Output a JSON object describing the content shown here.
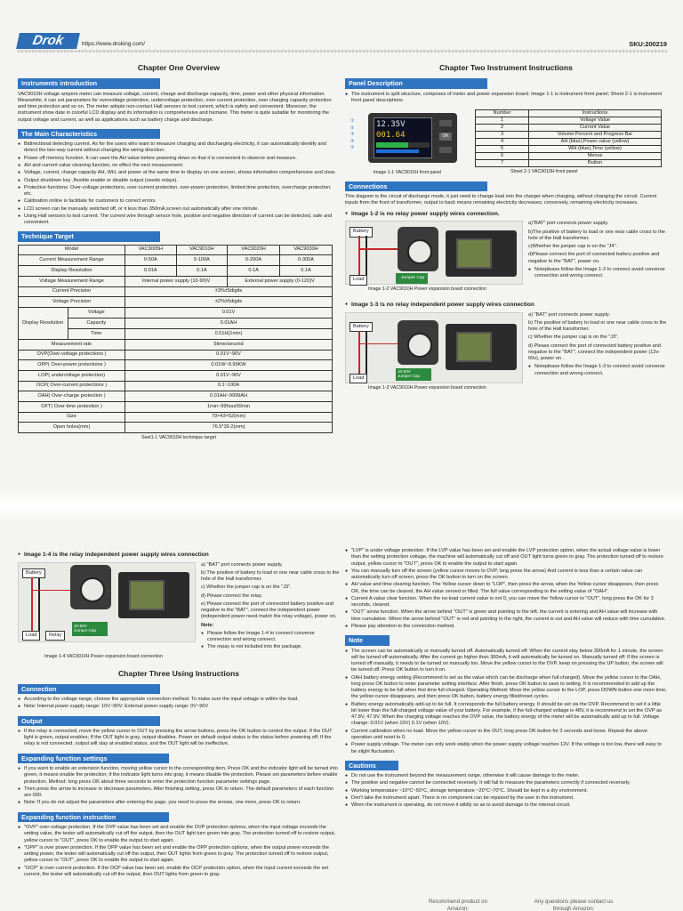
{
  "header": {
    "logo": "Drok",
    "url": "https://www.droking.com/",
    "sku": "SKU:200219"
  },
  "ch1": {
    "title": "Chapter One  Overview",
    "intro_head": "Instruments introduction",
    "intro_text": "VAC9010H voltage ampere meter can measure voltage, current, charge and discharge capacity, time, power and other physical information. Meanwhile, it can set parameters for overvoltage protection, undervoltage protection, over current protection, over charging capacity protection and time protection and so on. The meter adopts non-contact Hall sensors to test current, which is safety and convenient. Moreover, the instrument show date in colorful LCD display and its information is comprehensive and humane. This meter is quite suitable for monitoring the output voltage and current, as well as applications such as battery charge and discharge.",
    "main_head": "The Main Characteristics",
    "features": [
      "Bidirectional detecting current. As for the users who want to measure charging and discharging electricity, it can automatically identify and detect the two-way current without changing the wiring direction.",
      "Power off memory function. It can save the AH value before powering down so that it is convenient to observe and measure.",
      "AH and current value cleaning function, no effect the next measurement.",
      "Voltage, current, charge capacity AH, WH, and power at the same time to display on one screen, shows information comprehensive and clear.",
      "Output shutdown key ,flexible enable or disable output (needs relays).",
      "Protective functions: Over-voltage protections, over-current protection, over-power protection, limited time protection, overcharge protection, etc.",
      "Calibration online is facilitate for customers to correct errors.",
      "LCD screen can be manually switched off, or it less than 350mA,screen out automatically after one minute.",
      "Using Hall sensors to test current. The current wire through sensor hole, positive and negative direction of current can be detected, safe and convenient."
    ],
    "tech_head": "Technique Target",
    "table": {
      "models_label": "Model",
      "models": [
        "VAC9005H",
        "VAC9010H",
        "VAC9020H",
        "VAC9030H"
      ],
      "ranges_label": "Current Measurement Range",
      "ranges": [
        "0-50A",
        "0-100A",
        "0-200A",
        "0-300A"
      ],
      "res_label": "Display Resolution",
      "res": [
        "0.01A",
        "0.1A",
        "0.1A",
        "0.1A"
      ],
      "vrange_label": "Voltage Measurement Range",
      "vrange_int": "Internal power supply (10-90)V",
      "vrange_ext": "External power supply (0-120)V",
      "rows": [
        {
          "label": "Current Precision",
          "value": "±3%±5digits"
        },
        {
          "label": "Voltage Precision",
          "value": "±2%±5digits"
        }
      ],
      "display_res_label": "Display Resolution",
      "display_res_rows": [
        {
          "label": "Voltage",
          "value": "0.01V"
        },
        {
          "label": "Capacity",
          "value": "0.01AH"
        },
        {
          "label": "Time",
          "value": "0.01H(1min)"
        }
      ],
      "more_rows": [
        {
          "label": "Measurement rate",
          "value": "5time/second"
        },
        {
          "label": "OVP(Over-voltage protections )",
          "value": "0.01V~90V"
        },
        {
          "label": "OPP( Over-power protections )",
          "value": "0.01W~9.99KW"
        },
        {
          "label": "LOP( undervoltage protection)",
          "value": "0.01V~90V"
        },
        {
          "label": "OCP( Over-current protections )",
          "value": "0.1~100A"
        },
        {
          "label": "OAH( Over-charge protection )",
          "value": "0.01AH~9999AH"
        },
        {
          "label": "OFT( Over-time protection )",
          "value": "1min~99hour59min"
        },
        {
          "label": "Size",
          "value": "79×43×52(mm)"
        },
        {
          "label": "Open holes(mm)",
          "value": "76.5*39.2(mm)"
        }
      ],
      "caption": "Seet1-1 VAC9010H technique target"
    }
  },
  "ch2": {
    "title": "Chapter Two  Instrument Instructions",
    "panel_head": "Panel Description",
    "panel_text": "The instrument is split structure, composes of meter and power expansion board. Image 1-1 is instrument front panel; Sheet 2-1 is instrument front panel descriptions.",
    "screen_values": [
      "12.35V",
      "001.64",
      "OK"
    ],
    "index_header": [
      "Number",
      "Instructions"
    ],
    "index_rows": [
      [
        "1",
        "Voltage Value"
      ],
      [
        "2",
        "Current Value"
      ],
      [
        "3",
        "Volume Percent and Progress Bar"
      ],
      [
        "4",
        "AH (blue),Power value (yellow)"
      ],
      [
        "5",
        "WH (blue),Time (yellow)"
      ],
      [
        "6",
        "Menus"
      ],
      [
        "7",
        "Button"
      ]
    ],
    "img11_caption": "Image 1-1 VAC9010H front panel",
    "sheet21_caption": "Sheet 2-1 VAC9010H front panel",
    "connections_head": "Connections",
    "connections_text": "This diagram is the circuit of discharge mode, it just need to change load into the charger when charging, without changing the circuit. Current inputs from the front of transformer, output to back means remaining electricity decreases; conversely, remaining electricity increases.",
    "img12_head": "Image 1-2 is no relay power supply wires connection.",
    "img12_notes": [
      "a)\"BAT\" port connects power supply.",
      "b)The positive of battery to load or one near cable cross to the hole of the Hall transformer.",
      "c)Whether the jumper cap is on the \"J4\".",
      "d)Please connect the port of connected battery positive and negative to the \"BAT\", power on.",
      "Noteplease follow the Image 1-2 to connect avoid converse connection and wrong connect."
    ],
    "img12_caption": "Image 1-2 VAC9010H Power expansion board connection",
    "img13_head": "Image 1-3 is no relay independent power supply wires connection",
    "img13_notes": [
      "a) \"BAT\" port connects power supply.",
      "b) The positive of battery to load or one near cable cross to the hole of the Hall transformer.",
      "c) Whether the jumper cap is on the \"J3\".",
      "d) Please connect the port of connected battery positive and negative to the \"BAT\", connect the independent power (12v-60v), power on .",
      "Noteplease follow the Image 1-3 to connect avoid converse connection and wrong connect."
    ],
    "img13_caption": "Image 1-3 VAC9010H Power expansion board connection",
    "labels": {
      "battery": "Battery",
      "load": "Load",
      "jumper": "Jumper Cap",
      "relay": "Relay",
      "v12_60": "10-60V"
    }
  },
  "ch3left": {
    "img14_head": "Image 1-4 is the relay independent power supply wires connection",
    "img14_notes": [
      "a) \"BAT\" port connects power supply.",
      "b) The positive of battery to load or one near cable cross to the hole of the Hall transformer.",
      "c) Whether the jumper cap is on the \"J3\".",
      "d) Please connect the relay.",
      "e) Please connect the port of connected battery positive and negative to the \"BAT\", connect the independent power (independent power need match the relay voltage), power on."
    ],
    "img14_note_label": "Note:",
    "img14_bullets": [
      "Please follow the Image 1-4 to connect converse connection and wrong connect.",
      "The repay is not included into the package."
    ],
    "img14_caption": "Image 1-4 VAC9010H Power expansion board connection",
    "title": "Chapter Three  Using Instructions",
    "conn_head": "Connection",
    "conn_items": [
      "According to the voltage range, choose the appropriate connection method. To make sure the input voltage is within the load.",
      "Note: Internal power supply range: 10V~90V; External power supply range: 0V~90V"
    ],
    "output_head": "Output",
    "output_items": [
      "If the relay is connected, move the yellow cursor to OUT by pressing the arrow buttons, press the OK button to control the output. If the OUT light is green, output enables; If the OUT light is gray, output disables. Power on default output status is the status before powering off; If the relay is not connected, output will stay at enabled status, and the OUT light will be ineffective."
    ],
    "expand_head": "Expanding function settings",
    "expand_items": [
      "If you want to enable an extension function, moving yellow cursor to the corresponding item. Press OK and the indicator light will be turned into green, it means enable the protection; if the indicator light turns into gray, it means disable the protection. Please set parameters before enable protection. Method: long press OK about three seconds to enter the protection function parameter settings page.",
      "Then press the arrow to increase or decrease parameters. After finishing setting, press OK to return. The default parameters of each function are 000.",
      "Note: If you do not adjust the parameters after entering the page, you need to press the arrows, one more, press OK to return."
    ],
    "instr_head": "Expanding function instruction",
    "instr_items": [
      "\"OVP\" over-voltage protection. If the OVP value has been set and enable the OVP protection options, when the input voltage exceeds the setting value, the tester will automatically cut off the output, then the OUT light turn green into gray. The protection turned off to restore output, yellow cursor to \"OUT\", press OK to enable the output to start again.",
      "\"OPP\" is over power protection. If the OPP value has been set and enable the OPP protection options, when the output power exceeds the setting power, the tester will automatically cut off the output, then OUT lights from green to gray. The protection turned off to restore output, yellow cursor to \"OUT\", press OK to enable the output to start again.",
      "\"OCP\" is over-current protection. If the OCP value has been set, enable the OCP protection option, when the input current exceeds the set current, the tester will automatically cut off the output, then OUT lights from green to gray."
    ]
  },
  "ch3right": {
    "top_items": [
      "\"LVP\" is under voltage protection. If the LVP value has been set and enable the LVP protection option, when the actual voltage value is lower than the setting protection voltage, the machine will automatically cut off and OUT light turns green to gray. The protection turned off to restore output, yellow cursor to \"OUT\", press OK to enable the output to start again.",
      "You can manually turn off the screen (yellow cursor moves to OVP, long press the arrow) And current is less than a certain value can automatically turn off screen, press the OK button to turn on the screen.",
      "AH value and time clearing function. The Yellow cursor down to \"LOP\", then press the arrow, when the Yellow cursor disappears, then press OK, the time can be cleared, the AH value zeroed or filled. The full value corresponding to the setting value of \"OAH\".",
      "Current A value clear function. When the no-load current value is not 0, you can move the Yellow cursor to \"OUT\", long press the OK for 3 seconds, cleared.",
      "\"OUT\" arrow function. When the arrow behind \"OUT\" is green and pointing to the left, the current is entering and AH value will increase with time cumulative. When the arrow behind \"OUT\" is red and pointing to the right, the current is out and AH value will reduce with time cumulative.",
      "Please pay attention to the connection method."
    ],
    "note_head": "Note",
    "note_items": [
      "The screen can be automatically or manually turned off. Automatically turned off: When the current stay below 300mA for 1 minute, the screen will be turned off automatically. After the current go higher than 300mA, it will automatically be turned on. Manually turned off: If the screen is turned off manually, it needs to be turned on manually too. Move the yellow cursor to the OVP, keep on pressing the UP button, the screen will be turned off. Press OK button to turn it on.",
      "OAH battery energy setting (Recommend to set as the value which can be discharge when full-charged). Move the yellow cursor to the OAH, long press OK button to enter parameter setting interface. After finish, press OK button to save to setting. It is recommended to add up the battery energy to be full when first time full-charged. Operating Method: Move the yellow cursor to the LOP, press DOWN button one more time, the yellow cursor disappears, and then press OK button, battery energy filled/reset cycles.",
      "Battery energy automatically add-up to be full. It corresponds the full battery energy. It should be set via the OVP. Recommend to set it a little bit lower than the full-charged voltage value of your battery. For example, if the full-charged voltage is 48V, it is recommend to set the OVP as 47.8V, 47.9V. When the charging voltage reaches the OVP value, the battery energy of the meter will be automatically add up to full. Voltage change: 0.01V (when 10V) 0.1V (when 10V).",
      "Current calibration when no load. Move the yellow cursor to the OUT, long press OK button for 3 seconds and loose. Repeat the above operation until reset to 0.",
      "Power supply voltage. The meter can only work stably when the power supply voltage reaches 12V. If the voltage is too low, there will easy to be slight fluctuation."
    ],
    "caution_head": "Cautions",
    "caution_items": [
      "Do not use the instrument beyond the measurement range, otherwise it will cause damage to the meter.",
      "The positive and negative cannot be connected reversely. It will fail to measure the parameters correctly if connected reversely.",
      "Working temperature ~10°C~50°C, storage temperature ~20°C~70°C. Should be kept in a dry environment.",
      "Don't take the instrument apart. There is no component can be repaired by the user in the instrument.",
      "When the instrument is operating, do not move it wildly so as to avoid damage to the internal circuit."
    ],
    "link_left": "Recommend product on Amazon:",
    "link_right": "Any questions please contact us through Amazon:"
  },
  "colors": {
    "band": "#2f74c0",
    "wire_red": "#c62828",
    "screen": "#6f7f45"
  }
}
